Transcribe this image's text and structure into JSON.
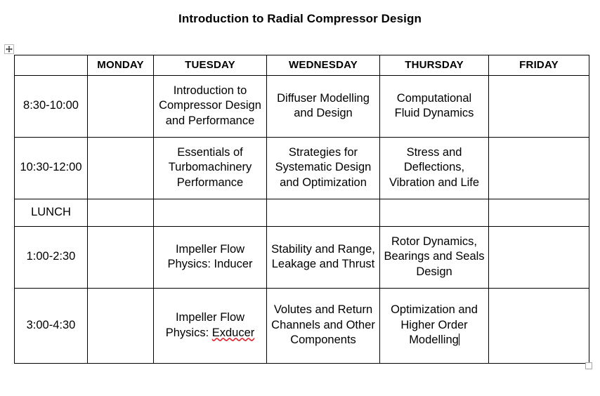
{
  "document": {
    "title": "Introduction to Radial Compressor Design"
  },
  "handles": {
    "move_handle_icon": "table-move-handle-icon",
    "resize_handle_icon": "table-resize-handle-icon"
  },
  "table": {
    "columns": [
      "",
      "MONDAY",
      "TUESDAY",
      "WEDNESDAY",
      "THURSDAY",
      "FRIDAY"
    ],
    "rows": [
      {
        "time": "8:30-10:00",
        "monday": "",
        "tuesday": "Introduction to Compressor Design and Performance",
        "wednesday": "Diffuser Modelling and Design",
        "thursday": "Computational Fluid Dynamics",
        "friday": ""
      },
      {
        "time": "10:30-12:00",
        "monday": "",
        "tuesday": "Essentials of Turbomachinery Performance",
        "wednesday": "Strategies for Systematic Design and Optimization",
        "thursday": "Stress and Deflections, Vibration and Life",
        "friday": ""
      },
      {
        "time": "LUNCH",
        "monday": "",
        "tuesday": "",
        "wednesday": "",
        "thursday": "",
        "friday": ""
      },
      {
        "time": "1:00-2:30",
        "monday": "",
        "tuesday": "Impeller Flow Physics: Inducer",
        "wednesday": "Stability and Range, Leakage and Thrust",
        "thursday": "Rotor Dynamics, Bearings and Seals Design",
        "friday": ""
      },
      {
        "time": "3:00-4:30",
        "monday": "",
        "tuesday_prefix": "Impeller Flow Physics: ",
        "tuesday_misspelled": "Exducer",
        "wednesday": "Volutes and Return Channels and Other Components",
        "thursday": "Optimization and Higher Order Modelling",
        "friday": ""
      }
    ]
  },
  "colors": {
    "text": "#000000",
    "border": "#000000",
    "spellcheck_underline": "#e0202a",
    "handle_border": "#b9b9b9",
    "page_background": "#ffffff"
  }
}
